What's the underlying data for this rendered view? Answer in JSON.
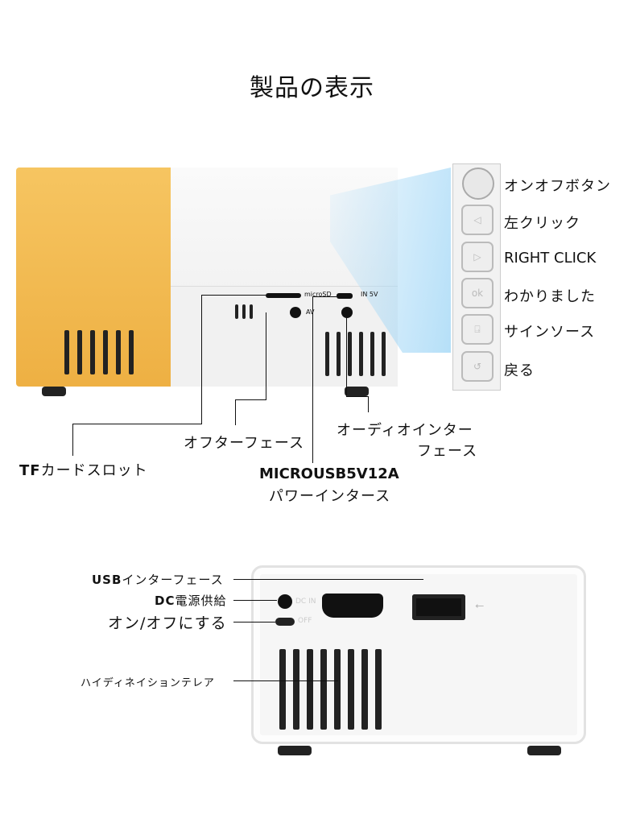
{
  "title": "製品の表示",
  "top_buttons": [
    {
      "label": "オンオフボタン",
      "icon": "power-button"
    },
    {
      "label": "左クリック",
      "icon": "left-arrow"
    },
    {
      "label": "RIGHT CLICK",
      "icon": "right-arrow"
    },
    {
      "label": "わかりました",
      "icon": "ok"
    },
    {
      "label": "サインソース",
      "icon": "source"
    },
    {
      "label": "戻る",
      "icon": "back"
    }
  ],
  "device_marks": {
    "microsd": "microSD",
    "in5v": "IN 5V",
    "av": "AV",
    "dc_in": "DC IN",
    "off": "OFF"
  },
  "top_callouts": {
    "tf_bold": "TF",
    "tf_rest": "カードスロット",
    "av": "オフターフェース",
    "audio_1": "オーディオインター",
    "audio_2": "フェース",
    "usb_bold": "MICROUSB5V12A",
    "usb_rest": "パワーインタース"
  },
  "bottom_callouts": {
    "usb_bold": "USB",
    "usb_rest": "インターフェース",
    "dc_bold": "DC",
    "dc_rest": "電源供給",
    "switch": "オン/オフにする",
    "hdmi": "ハイディネイションテレア"
  },
  "colors": {
    "accent_yellow": "#f2b84a",
    "body_white": "#f3f3f3"
  }
}
